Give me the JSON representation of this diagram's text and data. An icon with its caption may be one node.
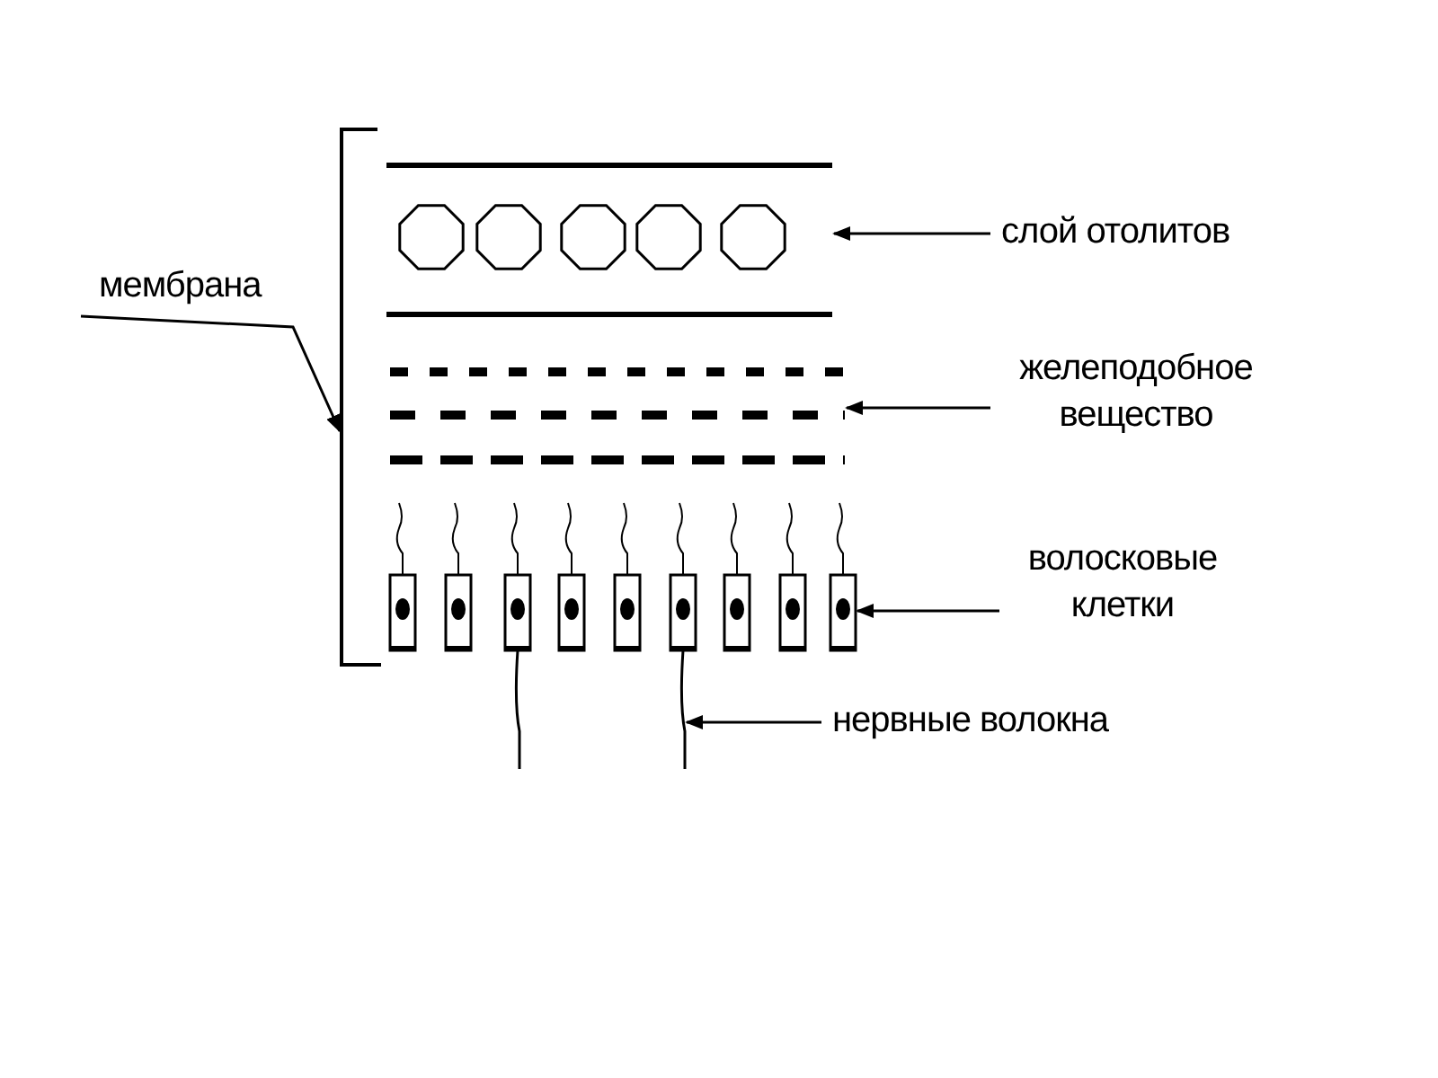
{
  "diagram": {
    "nodes": [
      {
        "text": [
          "мембрана"
        ]
      },
      {
        "text": [
          "слой отолитов"
        ]
      },
      {
        "text": [
          "желеподобное вещество"
        ]
      },
      {
        "text": [
          "волосковые клетки"
        ]
      },
      {
        "text": [
          "нервные волокна"
        ]
      },
      {
        "text": [],
        "shape": "bar"
      },
      {
        "text": [],
        "shape": "picture"
      },
      {
        "text": [],
        "shape": "picture"
      },
      {
        "text": [],
        "shape": "box"
      },
      {
        "text": [],
        "shape": "bar"
      }
    ],
    "edges": [
      {
        "from": 0,
        "to": 5,
        "arrow": "to"
      },
      {
        "from": 1,
        "to": 6,
        "arrow": "to"
      },
      {
        "from": 2,
        "to": 7,
        "arrow": "to"
      },
      {
        "from": 3,
        "to": 8,
        "arrow": "to"
      },
      {
        "from": 4,
        "to": 9,
        "arrow": "to"
      }
    ]
  }
}
